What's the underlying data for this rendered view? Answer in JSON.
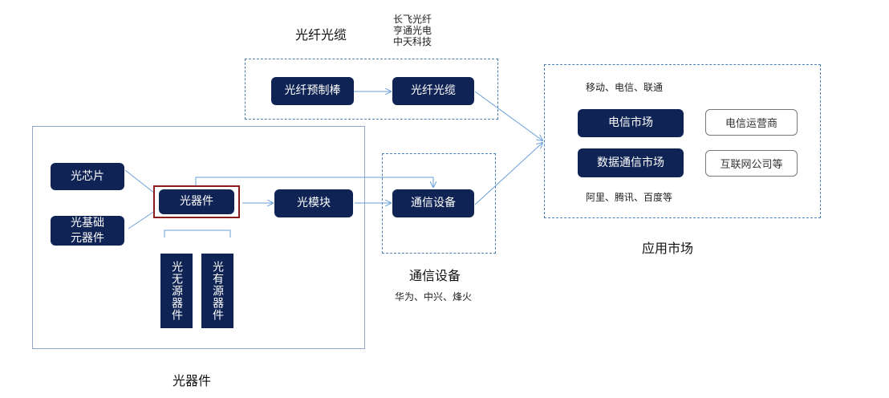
{
  "fiber_cable": {
    "title": "光纤光缆",
    "companies": [
      "长飞光纤",
      "亨通光电",
      "中天科技"
    ],
    "preform": "光纤预制棒",
    "cable": "光纤光缆"
  },
  "devices": {
    "title": "光器件",
    "chip": "光芯片",
    "substrate_line1": "光基础",
    "substrate_line2": "元器件",
    "device": "光器件",
    "module": "光模块",
    "passive": "光无源器件",
    "active": "光有源器件"
  },
  "comm": {
    "title": "通信设备",
    "node": "通信设备",
    "companies": "华为、中兴、烽火"
  },
  "market": {
    "title": "应用市场",
    "telecom_companies": "移动、电信、联通",
    "telecom_market": "电信市场",
    "operators": "电信运营商",
    "datacom_market": "数据通信市场",
    "internet": "互联网公司等",
    "internet_companies": "阿里、腾讯、百度等"
  },
  "colors": {
    "node_fill": "#0f2454",
    "connector": "#6a9fd8",
    "highlight_border": "#8a1c1c"
  }
}
